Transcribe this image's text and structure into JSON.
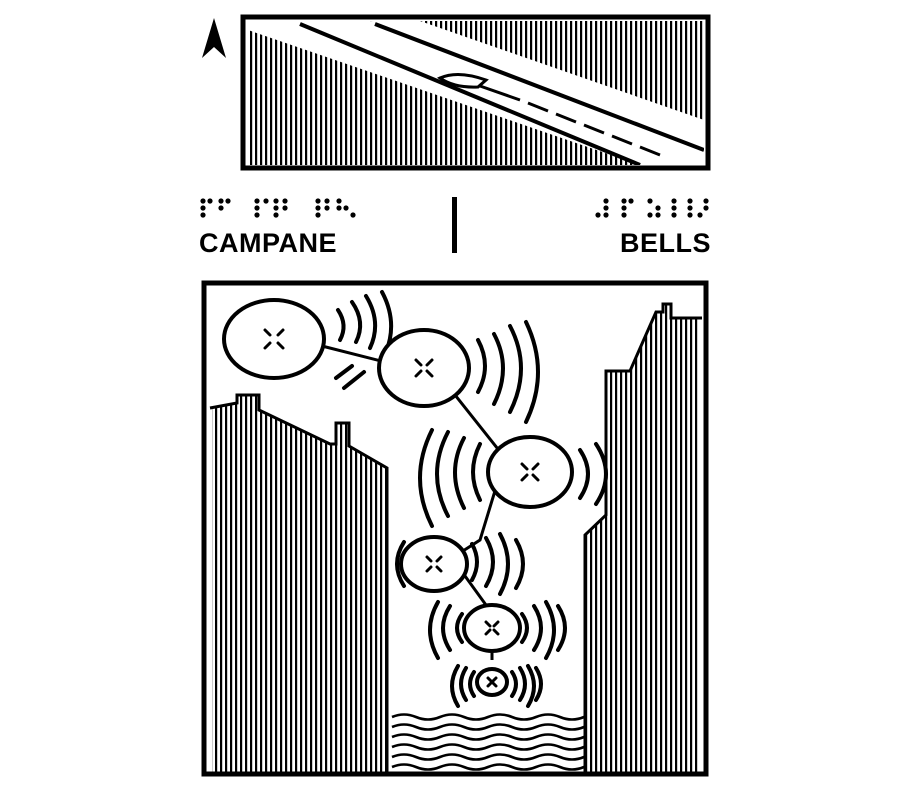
{
  "labels": {
    "left": "CAMPANE",
    "right": "BELLS"
  },
  "icons": {
    "north_arrow": "north-arrow-icon",
    "boat": "boat-icon",
    "bell": "bell-icon",
    "sound_waves": "sound-wave-icon",
    "water": "water-waves-icon",
    "braille": "braille-dots"
  },
  "colors": {
    "ink": "#000000",
    "paper": "#ffffff"
  }
}
